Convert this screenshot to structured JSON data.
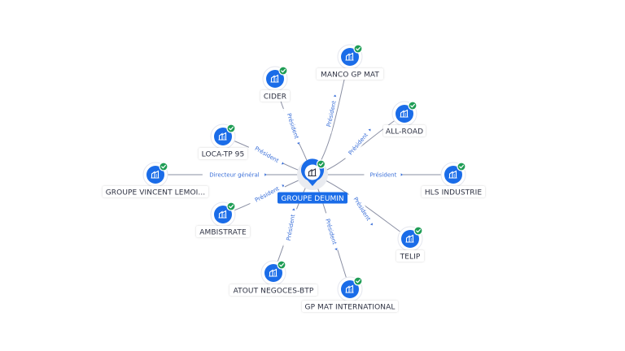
{
  "center": {
    "label": "GROUPE DEUMIN",
    "icon": "company-icon",
    "verified": true
  },
  "nodes": [
    {
      "id": "manco",
      "label": "MANCO GP MAT",
      "edge_label": "Président",
      "icon": "company-icon",
      "verified": true
    },
    {
      "id": "cider",
      "label": "CIDER",
      "edge_label": "Président",
      "icon": "company-icon",
      "verified": true
    },
    {
      "id": "allroad",
      "label": "ALL-ROAD",
      "edge_label": "Président",
      "icon": "company-icon",
      "verified": true
    },
    {
      "id": "loca",
      "label": "LOCA-TP 95",
      "edge_label": "Président",
      "icon": "company-icon",
      "verified": true
    },
    {
      "id": "vincent",
      "label": "GROUPE VINCENT LEMOI...",
      "edge_label": "Directeur général",
      "icon": "company-icon",
      "verified": true
    },
    {
      "id": "hls",
      "label": "HLS INDUSTRIE",
      "edge_label": "Président",
      "icon": "company-icon",
      "verified": true
    },
    {
      "id": "ambistrate",
      "label": "AMBISTRATE",
      "edge_label": "Président",
      "icon": "company-icon",
      "verified": true
    },
    {
      "id": "telip",
      "label": "TELIP",
      "edge_label": "Président",
      "icon": "company-icon",
      "verified": true
    },
    {
      "id": "atout",
      "label": "ATOUT NEGOCES-BTP",
      "edge_label": "Président",
      "icon": "company-icon",
      "verified": true
    },
    {
      "id": "gpmatint",
      "label": "GP MAT INTERNATIONAL",
      "edge_label": "Président",
      "icon": "company-icon",
      "verified": true
    }
  ],
  "colors": {
    "accent": "#1a6ce8",
    "verified": "#1f9d55",
    "edge": "#8a8fa3",
    "edge_label": "#3a6fd8"
  }
}
